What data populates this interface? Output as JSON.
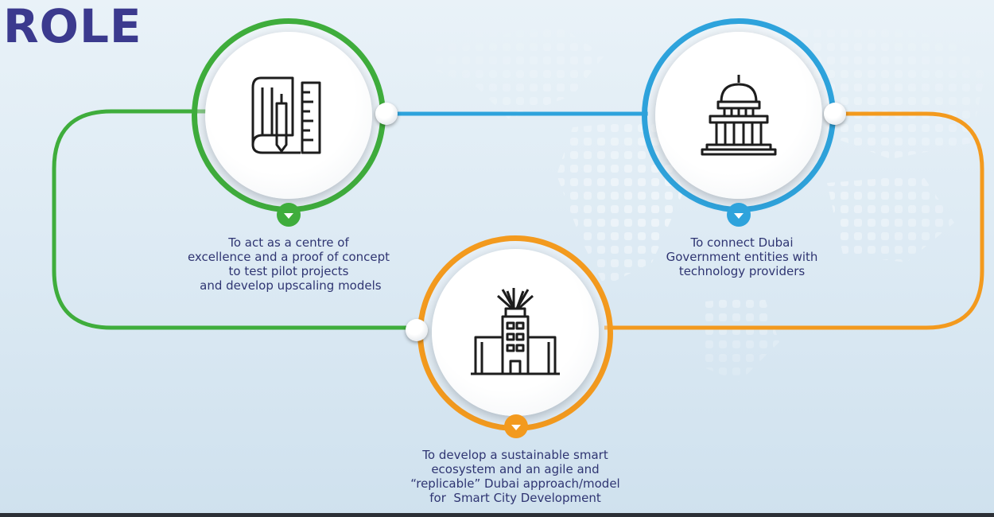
{
  "title": "ROLE",
  "colors": {
    "green": "#3fad3c",
    "blue": "#2ea3dc",
    "orange": "#f39a1e",
    "text": "#2f3572"
  },
  "nodes": [
    {
      "id": "blueprint",
      "icon": "blueprint-icon",
      "lines": [
        "To act as a centre of",
        "excellence and a proof of concept",
        "to test pilot projects",
        " and develop upscaling models"
      ]
    },
    {
      "id": "government",
      "icon": "government-building-icon",
      "lines": [
        "To connect Dubai",
        "Government entities with",
        "technology providers"
      ]
    },
    {
      "id": "smart-city",
      "icon": "city-building-icon",
      "lines": [
        "To develop a sustainable smart",
        "ecosystem and an agile and",
        "“replicable” Dubai approach/model",
        "for  Smart City Development"
      ]
    }
  ]
}
